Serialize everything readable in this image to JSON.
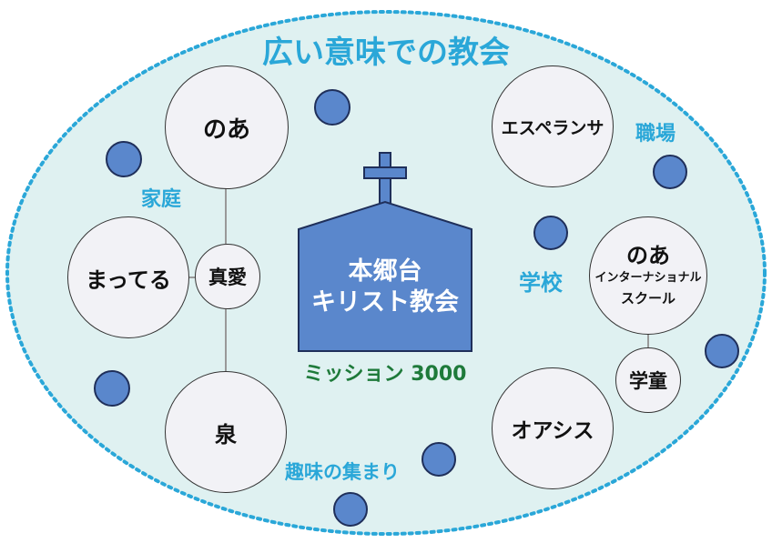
{
  "title": "広い意味での教会",
  "church": {
    "line1": "本郷台",
    "line2": "キリスト教会"
  },
  "mission": "ミッション 3000",
  "circles": {
    "noa": "のあ",
    "matteru": "まってる",
    "shinai": "真愛",
    "izumi": "泉",
    "esperanza": "エスペランサ",
    "noa_intl_line1": "のあ",
    "noa_intl_line2": "インターナショナル",
    "noa_intl_line3": "スクール",
    "gakudo": "学童",
    "oasis": "オアシス"
  },
  "labels": {
    "kazoku": "家庭",
    "shokuba": "職場",
    "gakko": "学校",
    "shumi": "趣味の集まり"
  },
  "colors": {
    "ellipse_fill": "#dff1f1",
    "ellipse_border": "#2aa7d8",
    "church_fill": "#5a87cc",
    "dot_fill": "#5a87cc",
    "label": "#2aa7d8",
    "mission": "#1e7a3a"
  }
}
